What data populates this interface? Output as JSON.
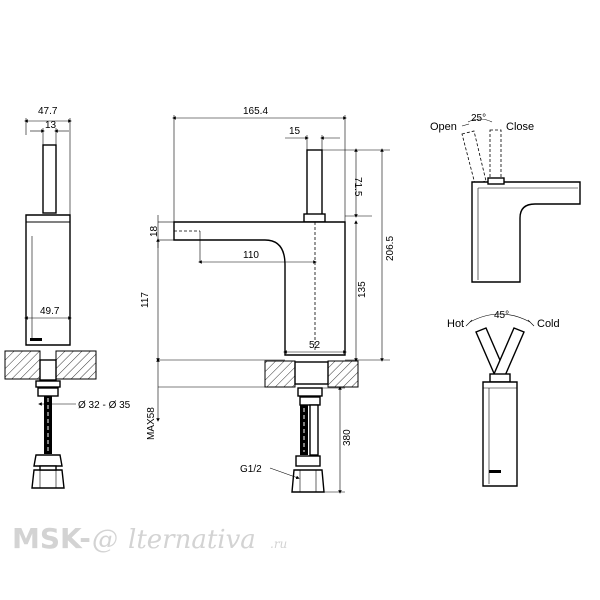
{
  "dimensions": {
    "total_depth": "47.7",
    "handle_width_side": "13",
    "base_depth": "49.7",
    "mount_hole": "Ø 32 - Ø 35",
    "max_deck": "MAX58",
    "total_length": "165.4",
    "handle_width_front": "15",
    "spout_thickness": "18",
    "spout_reach": "110",
    "spout_height": "117",
    "handle_height": "71.5",
    "total_height": "206.5",
    "body_height": "135",
    "base_width": "52",
    "thread": "G1/2",
    "hose_length": "380",
    "open_angle": "25°",
    "temp_angle": "45°"
  },
  "labels": {
    "open": "Open",
    "close": "Close",
    "hot": "Hot",
    "cold": "Cold"
  },
  "watermark": {
    "left": "MSK-",
    "at": "@",
    "right": "lternativa",
    "suffix": ".ru"
  }
}
